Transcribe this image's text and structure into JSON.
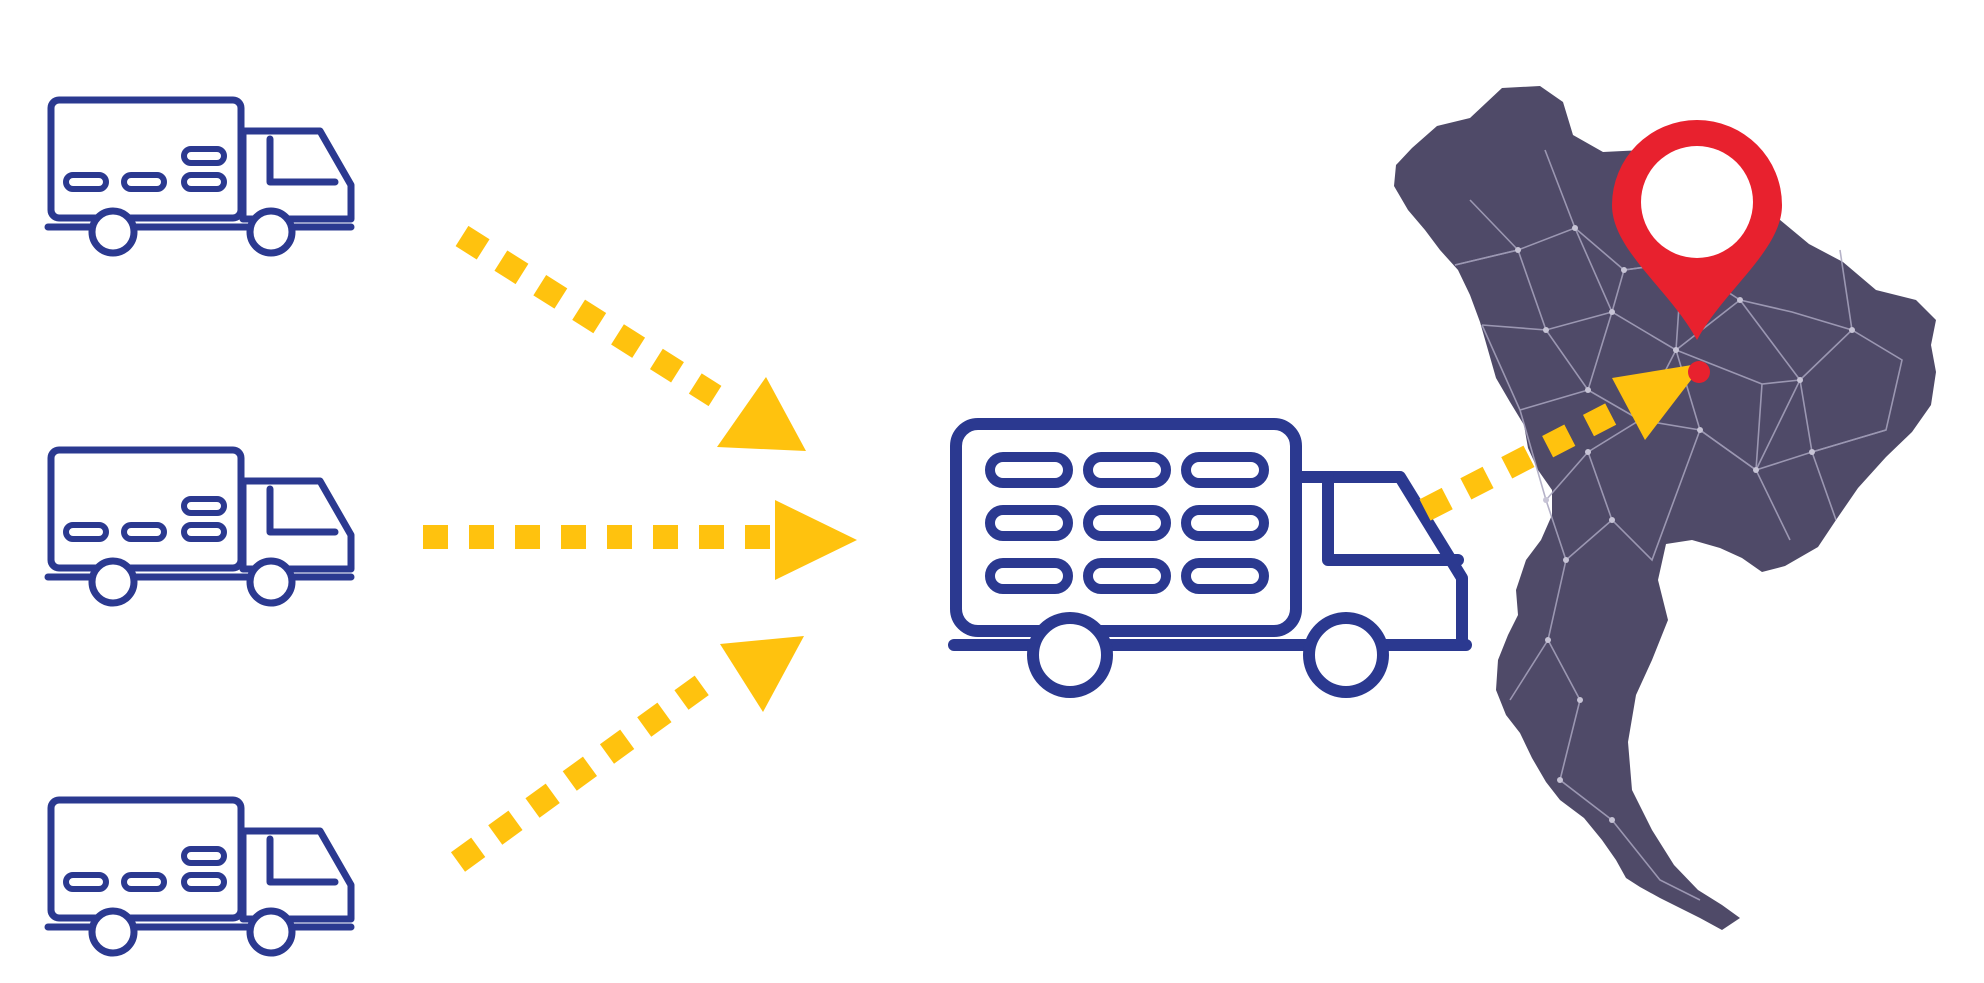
{
  "colors": {
    "background": "#ffffff",
    "truck_stroke": "#2b3990",
    "arrow": "#ffc20e",
    "map_fill": "#4f4a68",
    "map_network": "#a9a5bf",
    "pin": "#e8212e",
    "pin_hole": "#ffffff"
  },
  "icons": {
    "small_truck": "delivery-truck-icon",
    "large_truck": "consolidated-cargo-truck-icon",
    "map": "thailand-map-icon",
    "pin": "location-pin-icon"
  },
  "diagram": {
    "source_truck_count": 3,
    "large_truck_cargo_rows": 3,
    "large_truck_cargo_cols": 3,
    "arrows_into_hub": 3,
    "arrows_to_destination": 1
  }
}
